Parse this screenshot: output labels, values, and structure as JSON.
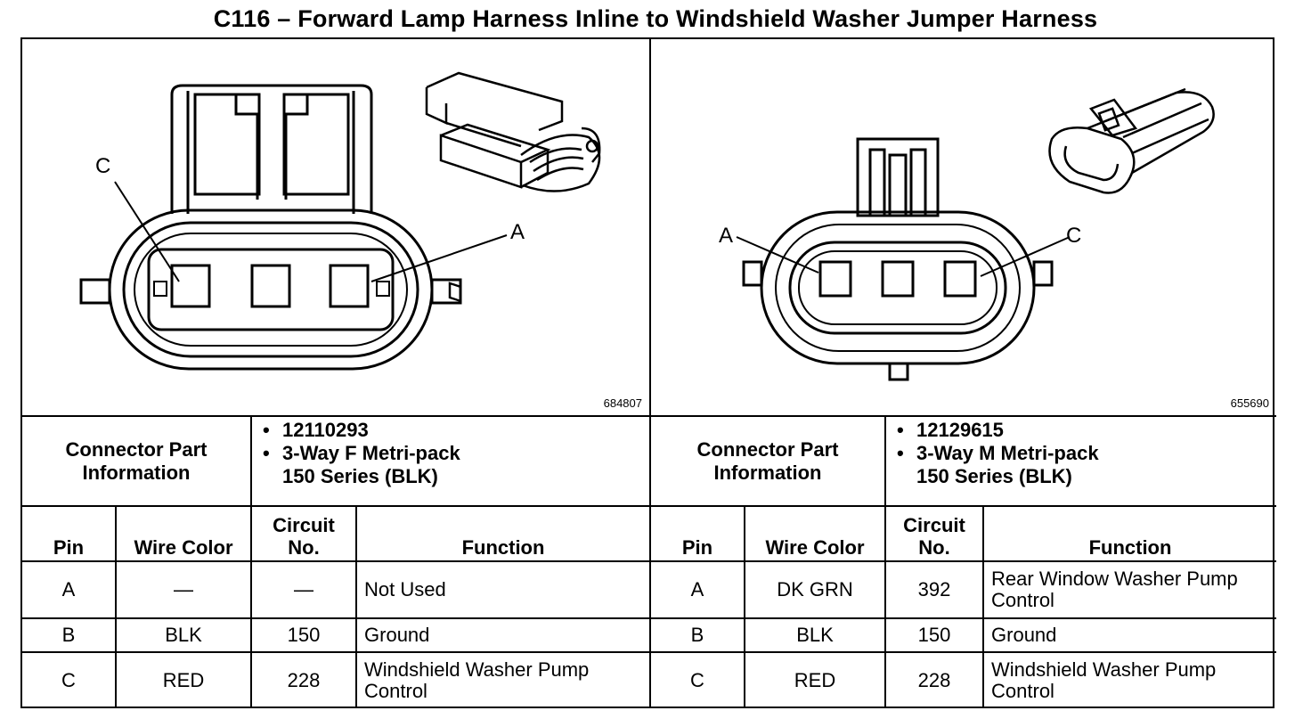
{
  "title": "C116 – Forward Lamp Harness Inline to Windshield Washer Jumper Harness",
  "left": {
    "figure_id": "684807",
    "pin_labels": {
      "a": "A",
      "c": "C"
    },
    "connector_info_label": "Connector Part Information",
    "part_number": "12110293",
    "part_desc_1": "3-Way F Metri-pack",
    "part_desc_2": "150 Series (BLK)",
    "headers": {
      "pin": "Pin",
      "wire_color": "Wire Color",
      "circuit": "Circuit No.",
      "function": "Function"
    },
    "rows": [
      {
        "pin": "A",
        "wire_color": "—",
        "circuit": "—",
        "function": "Not Used"
      },
      {
        "pin": "B",
        "wire_color": "BLK",
        "circuit": "150",
        "function": "Ground"
      },
      {
        "pin": "C",
        "wire_color": "RED",
        "circuit": "228",
        "function": "Windshield Washer Pump Control"
      }
    ]
  },
  "right": {
    "figure_id": "655690",
    "pin_labels": {
      "a": "A",
      "c": "C"
    },
    "connector_info_label": "Connector Part Information",
    "part_number": "12129615",
    "part_desc_1": "3-Way M Metri-pack",
    "part_desc_2": "150 Series (BLK)",
    "headers": {
      "pin": "Pin",
      "wire_color": "Wire Color",
      "circuit": "Circuit No.",
      "function": "Function"
    },
    "rows": [
      {
        "pin": "A",
        "wire_color": "DK GRN",
        "circuit": "392",
        "function": "Rear Window Washer Pump Control"
      },
      {
        "pin": "B",
        "wire_color": "BLK",
        "circuit": "150",
        "function": "Ground"
      },
      {
        "pin": "C",
        "wire_color": "RED",
        "circuit": "228",
        "function": "Windshield Washer Pump Control"
      }
    ]
  }
}
